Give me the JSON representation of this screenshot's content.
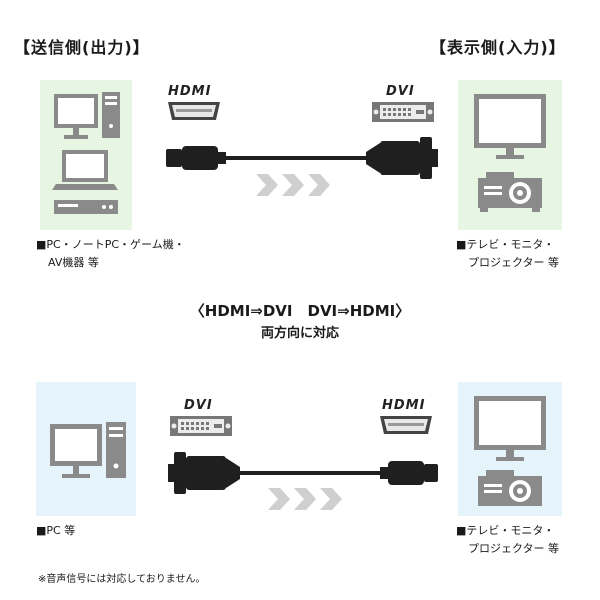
{
  "top": {
    "heading_left": "【送信側(出力)】",
    "heading_right": "【表示側(入力)】",
    "left_caption": [
      "■PC・ノートPC・ゲーム機・",
      "AV機器 等"
    ],
    "right_caption": [
      "■テレビ・モニタ・",
      "プロジェクター 等"
    ],
    "connector_left_label": "HDMI",
    "connector_right_label": "DVI"
  },
  "middle": {
    "line1": "〈HDMI⇒DVI　DVI⇒HDMI〉",
    "line2": "両方向に対応"
  },
  "bottom": {
    "left_caption": [
      "■PC 等"
    ],
    "right_caption": [
      "■テレビ・モニタ・",
      "プロジェクター 等"
    ],
    "connector_left_label": "DVI",
    "connector_right_label": "HDMI"
  },
  "footnote": "※音声信号には対応しておりません。",
  "colors": {
    "panel_green": "#e6f6e2",
    "panel_blue": "#e5f4fa",
    "device_gray": "#8a8a8a",
    "arrow_gray": "#cfcfcf",
    "cable": "#1f1f1f"
  }
}
